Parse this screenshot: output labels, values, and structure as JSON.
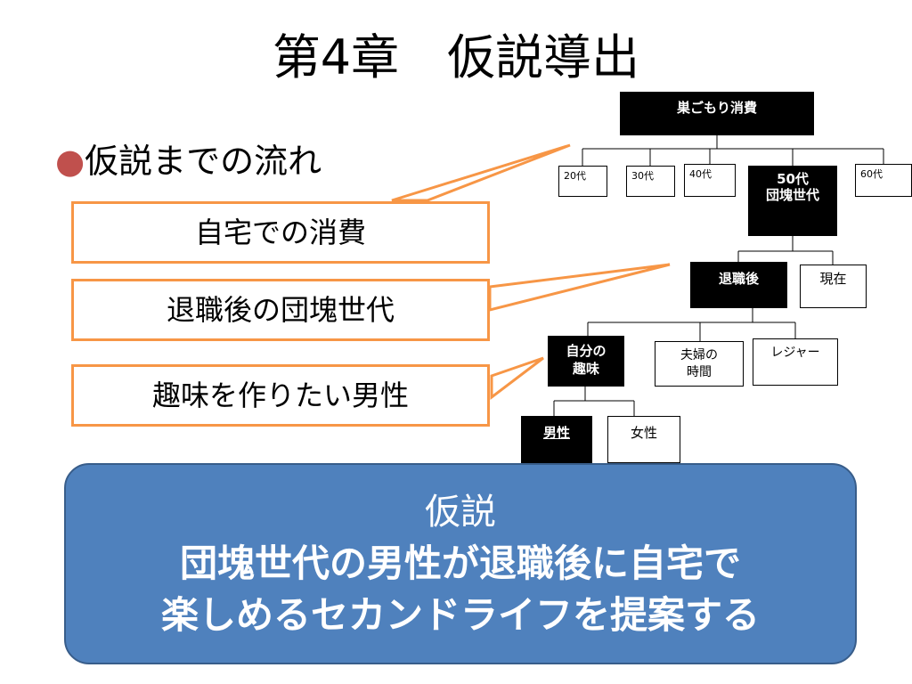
{
  "title": "第4章　仮説導出",
  "bullet": {
    "marker": "●",
    "text": "仮説までの流れ"
  },
  "callouts": [
    "自宅での消費",
    "退職後の団塊世代",
    "趣味を作りたい男性"
  ],
  "tree": {
    "root": "巣ごもり消費",
    "ages": [
      "20代",
      "30代",
      "40代",
      "50代",
      "団塊世代",
      "60代"
    ],
    "level2": [
      "退職後",
      "現在"
    ],
    "level3": [
      "自分の",
      "趣味",
      "夫婦の",
      "時間",
      "レジャー"
    ],
    "level4": [
      "男性",
      "女性"
    ]
  },
  "hypothesis": {
    "label": "仮説",
    "line1": "団塊世代の男性が退職後に自宅で",
    "line2": "楽しめるセカンドライフを提案する"
  },
  "colors": {
    "callout_border": "#f79646",
    "hypothesis_fill": "#4f81bd",
    "bullet": "#c0504d"
  }
}
